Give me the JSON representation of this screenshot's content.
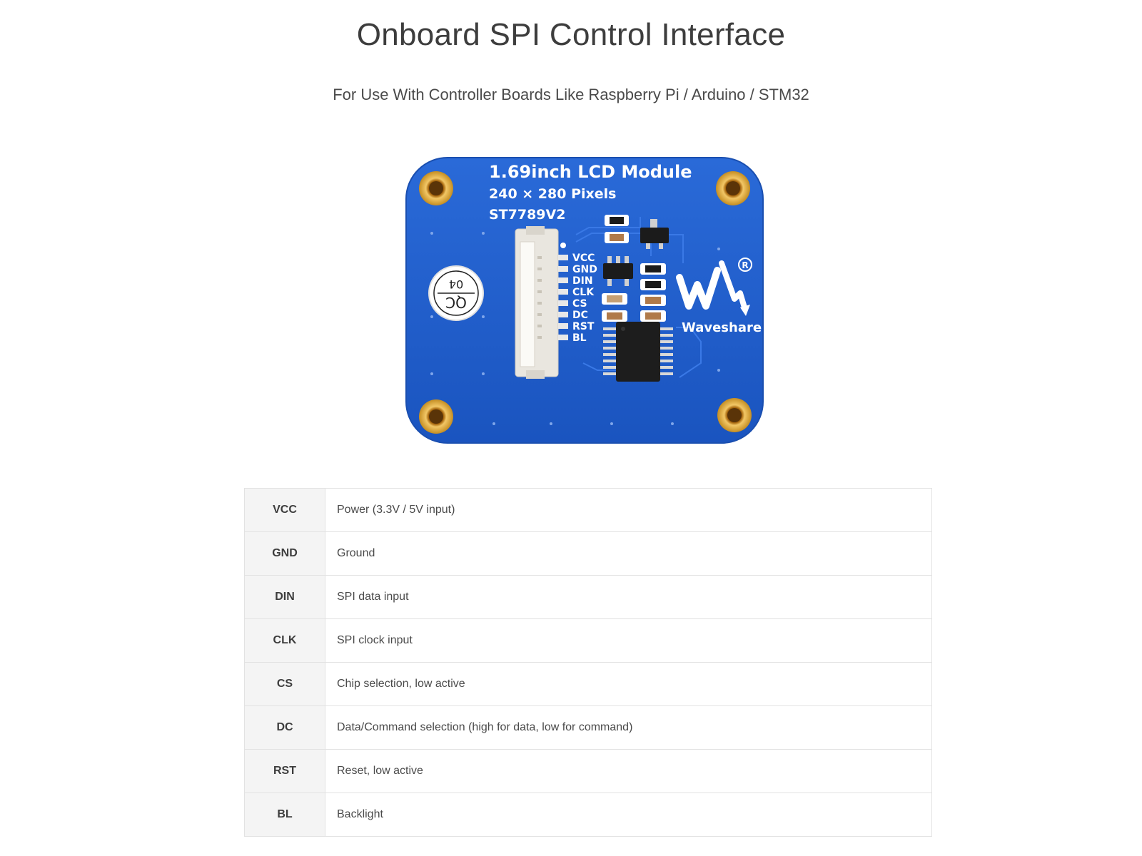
{
  "page": {
    "title": "Onboard SPI Control Interface",
    "subtitle": "For Use With Controller Boards Like Raspberry Pi / Arduino / STM32"
  },
  "board": {
    "heading": "1.69inch LCD Module",
    "resolution": "240 × 280 Pixels",
    "driver": "ST7789V2",
    "brand": "Waveshare",
    "qc_label": "QC",
    "qc_number": "04",
    "connector_pins": [
      "VCC",
      "GND",
      "DIN",
      "CLK",
      "CS",
      "DC",
      "RST",
      "BL"
    ],
    "colors": {
      "pcb": "#1f5fd0",
      "hole": "#d4a020",
      "silkscreen": "#ffffff"
    }
  },
  "pin_table": [
    {
      "pin": "VCC",
      "description": "Power (3.3V / 5V input)"
    },
    {
      "pin": "GND",
      "description": "Ground"
    },
    {
      "pin": "DIN",
      "description": "SPI data input"
    },
    {
      "pin": "CLK",
      "description": "SPI clock input"
    },
    {
      "pin": "CS",
      "description": "Chip selection, low active"
    },
    {
      "pin": "DC",
      "description": "Data/Command selection (high for data, low for command)"
    },
    {
      "pin": "RST",
      "description": "Reset, low active"
    },
    {
      "pin": "BL",
      "description": "Backlight"
    }
  ]
}
